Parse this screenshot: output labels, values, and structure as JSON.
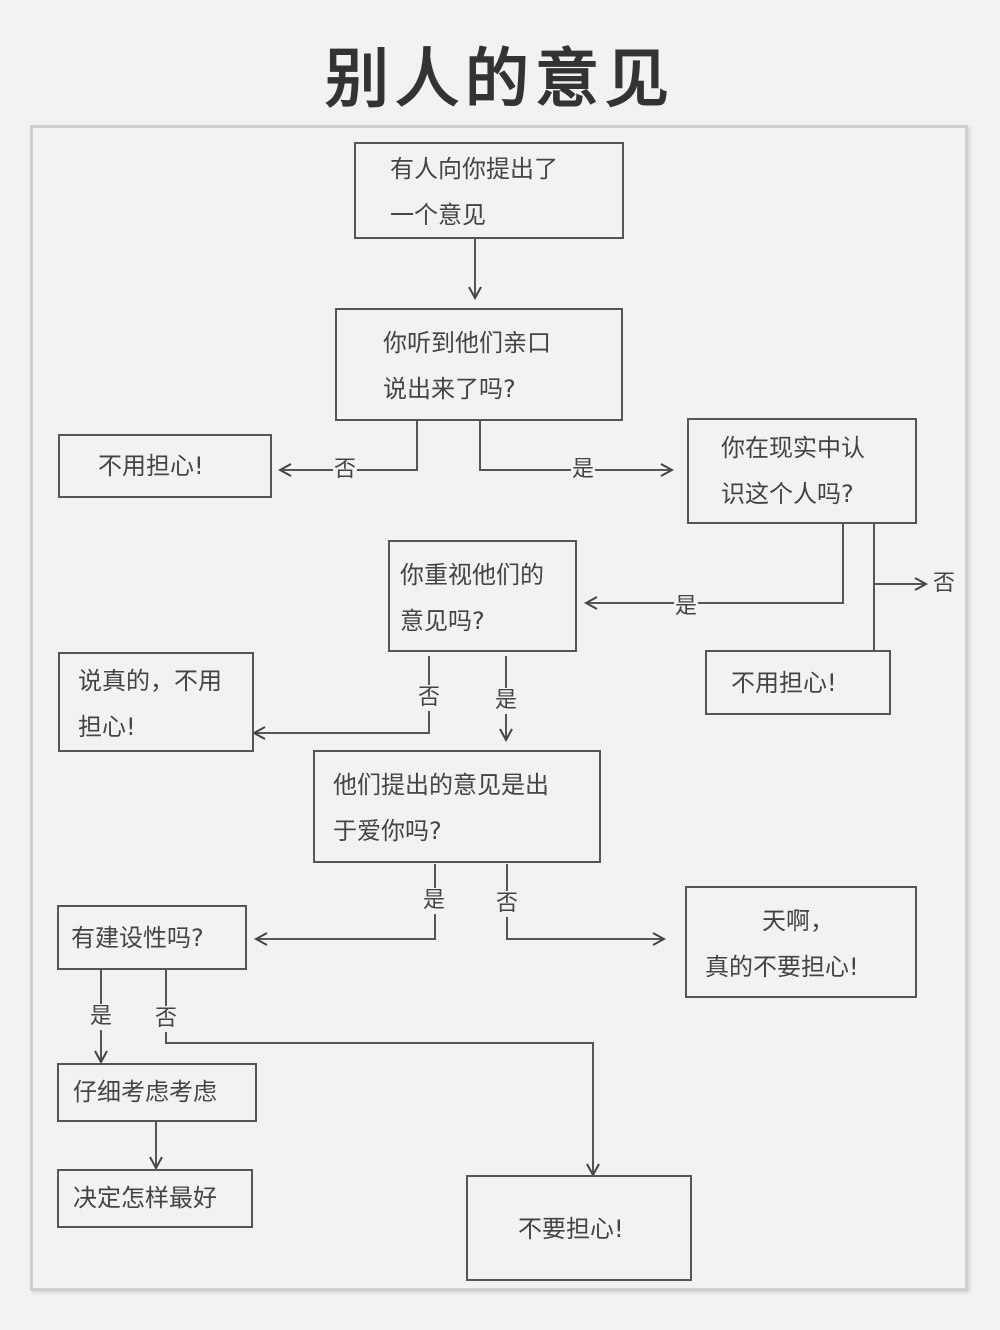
{
  "title": "别人的意见",
  "nodes": {
    "start": {
      "line1": "有人向你提出了",
      "line2": "一个意见"
    },
    "heard_directly": {
      "line1": "你听到他们亲口",
      "line2": "说出来了吗?"
    },
    "no_worry_1": {
      "text": "不用担心!"
    },
    "know_in_real_life": {
      "line1": "你在现实中认",
      "line2": "识这个人吗?"
    },
    "value_opinion": {
      "line1": "你重视他们的",
      "line2": "意见吗?"
    },
    "no_worry_2": {
      "text": "不用担心!"
    },
    "seriously_no_worry": {
      "line1": "说真的，不用",
      "line2": "担心!"
    },
    "out_of_love": {
      "line1": "他们提出的意见是出",
      "line2": "于爱你吗?"
    },
    "constructive": {
      "text": "有建设性吗?"
    },
    "omg_no_worry": {
      "line1": "天啊，",
      "line2": "真的不要担心!"
    },
    "think_carefully": {
      "text": "仔细考虑考虑"
    },
    "decide_best": {
      "text": "决定怎样最好"
    },
    "dont_worry": {
      "text": "不要担心!"
    }
  },
  "edge_labels": {
    "heard_no": "否",
    "heard_yes": "是",
    "know_yes": "是",
    "know_no": "否",
    "value_no": "否",
    "value_yes": "是",
    "love_yes": "是",
    "love_no": "否",
    "constructive_yes": "是",
    "constructive_no": "否"
  }
}
